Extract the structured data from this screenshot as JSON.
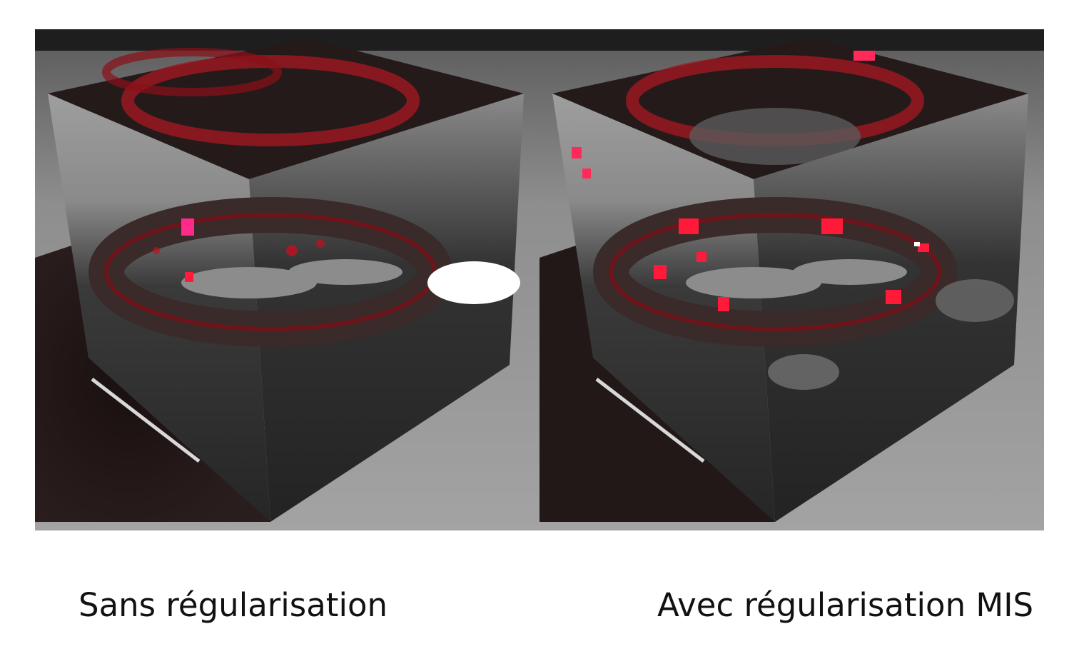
{
  "figure": {
    "left_caption": "Sans régularisation",
    "right_caption": "Avec régularisation MIS"
  },
  "colors": {
    "background": "#ffffff",
    "floor": "#8c8c8c",
    "cube_dark": "#2f2f2f",
    "cube_light": "#9a9a9a",
    "red_glow": "#d01020",
    "hot_pink": "#ff2a6a",
    "white_highlight": "#ffffff"
  },
  "panels": [
    {
      "id": "left",
      "variant": "without-regularization"
    },
    {
      "id": "right",
      "variant": "with-mis-regularization"
    }
  ]
}
